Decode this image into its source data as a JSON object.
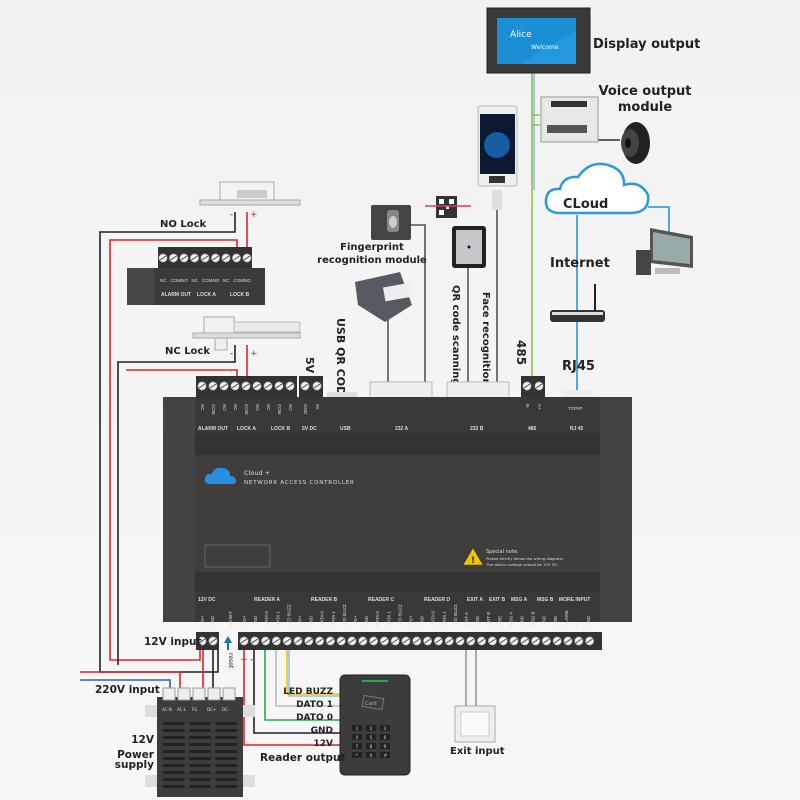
{
  "display": {
    "name_text": "Alice",
    "welcome_text": "Welcome",
    "label": "Display output",
    "screen_color": "#1a8fd6"
  },
  "voice": {
    "label_line1": "Voice output",
    "label_line2": "module"
  },
  "cloud": {
    "label": "CLoud",
    "color": "#2a9bd8"
  },
  "network": {
    "internet_label": "Internet",
    "rj45_label": "RJ45"
  },
  "fingerprint": {
    "label_line1": "Fingerprint",
    "label_line2": "recognition module"
  },
  "vertical_labels": {
    "usb_qr": "USB QR CODE",
    "five_v": "5V",
    "qr_scanning": "QR code scanning",
    "face": "Face recognition",
    "rs485": "485"
  },
  "locks": {
    "no_lock": "NO Lock",
    "nc_lock": "NC Lock",
    "minus": "-",
    "plus": "+"
  },
  "relay_block": {
    "groups": [
      "ALARM OUT",
      "LOCK A",
      "LOCK B"
    ],
    "pins": [
      "NC",
      "COM",
      "NO"
    ]
  },
  "controller": {
    "brand": "Cloud +",
    "model": "NETWORK ACCESS CONTROLLER",
    "top_groups": [
      "ALARM OUT",
      "LOCK A",
      "LOCK B",
      "5V DC",
      "USB",
      "232  A",
      "232  B",
      "485",
      "RJ 45"
    ],
    "top_pins": [
      "NC",
      "COM",
      "NO",
      "NC",
      "COM",
      "NO",
      "NC",
      "COM",
      "NO",
      "GND",
      "5V",
      "B-",
      "A+",
      "TCP/IP"
    ],
    "note_title": "Special note:",
    "note_line1": "Please strictly follow the wiring diagram!",
    "note_line2": "The device voltage should be 12V DC.",
    "bottom_groups": [
      "12V  DC",
      "READER  A",
      "READER  B",
      "READER  C",
      "READER  D",
      "EXIT  A",
      "EXIT  B",
      "MSG  A",
      "MSG  B",
      "MORE INPUT"
    ],
    "bottom_pins": [
      "12V+",
      "GND",
      "RESET",
      "12V+",
      "GND",
      "DATA 0",
      "DATA 1",
      "LED BUZZ",
      "12V+",
      "GND",
      "DATA 0",
      "DATA 1",
      "LED BUZZ",
      "12V+",
      "GND",
      "DATA 0",
      "DATA 1",
      "LED BUZZ",
      "12V+",
      "GND",
      "DATA 0",
      "DATA 1",
      "LED BUZZ",
      "EXIT A",
      "GND",
      "EXIT B",
      "FIRE",
      "MSG A",
      "GND",
      "MSG B",
      "GND",
      "FIRE",
      "ALARM",
      "X",
      "GND"
    ]
  },
  "power": {
    "input_12v": "12V input",
    "input_220v": "220V input",
    "supply_line1": "12V",
    "supply_line2": "Power",
    "supply_line3": "supply",
    "terminals": [
      "AC-N",
      "AC-L",
      "FG",
      "DC+",
      "DC-"
    ],
    "reset": "reset"
  },
  "reader": {
    "wires": [
      "LED BUZZ",
      "DATO 1",
      "DATO 0",
      "GND",
      "12V"
    ],
    "label": "Reader output",
    "card_text": "Card",
    "keys": [
      "1",
      "2",
      "3",
      "4",
      "5",
      "6",
      "7",
      "8",
      "9",
      "*",
      "0",
      "#"
    ]
  },
  "exit": {
    "label": "Exit input"
  },
  "wire_colors": {
    "red": "#e0242b",
    "black": "#222222",
    "green": "#2aa84a",
    "yellow": "#f2c400",
    "blue": "#2a8fe0",
    "gray": "#777777",
    "lime": "#8cc83c"
  }
}
